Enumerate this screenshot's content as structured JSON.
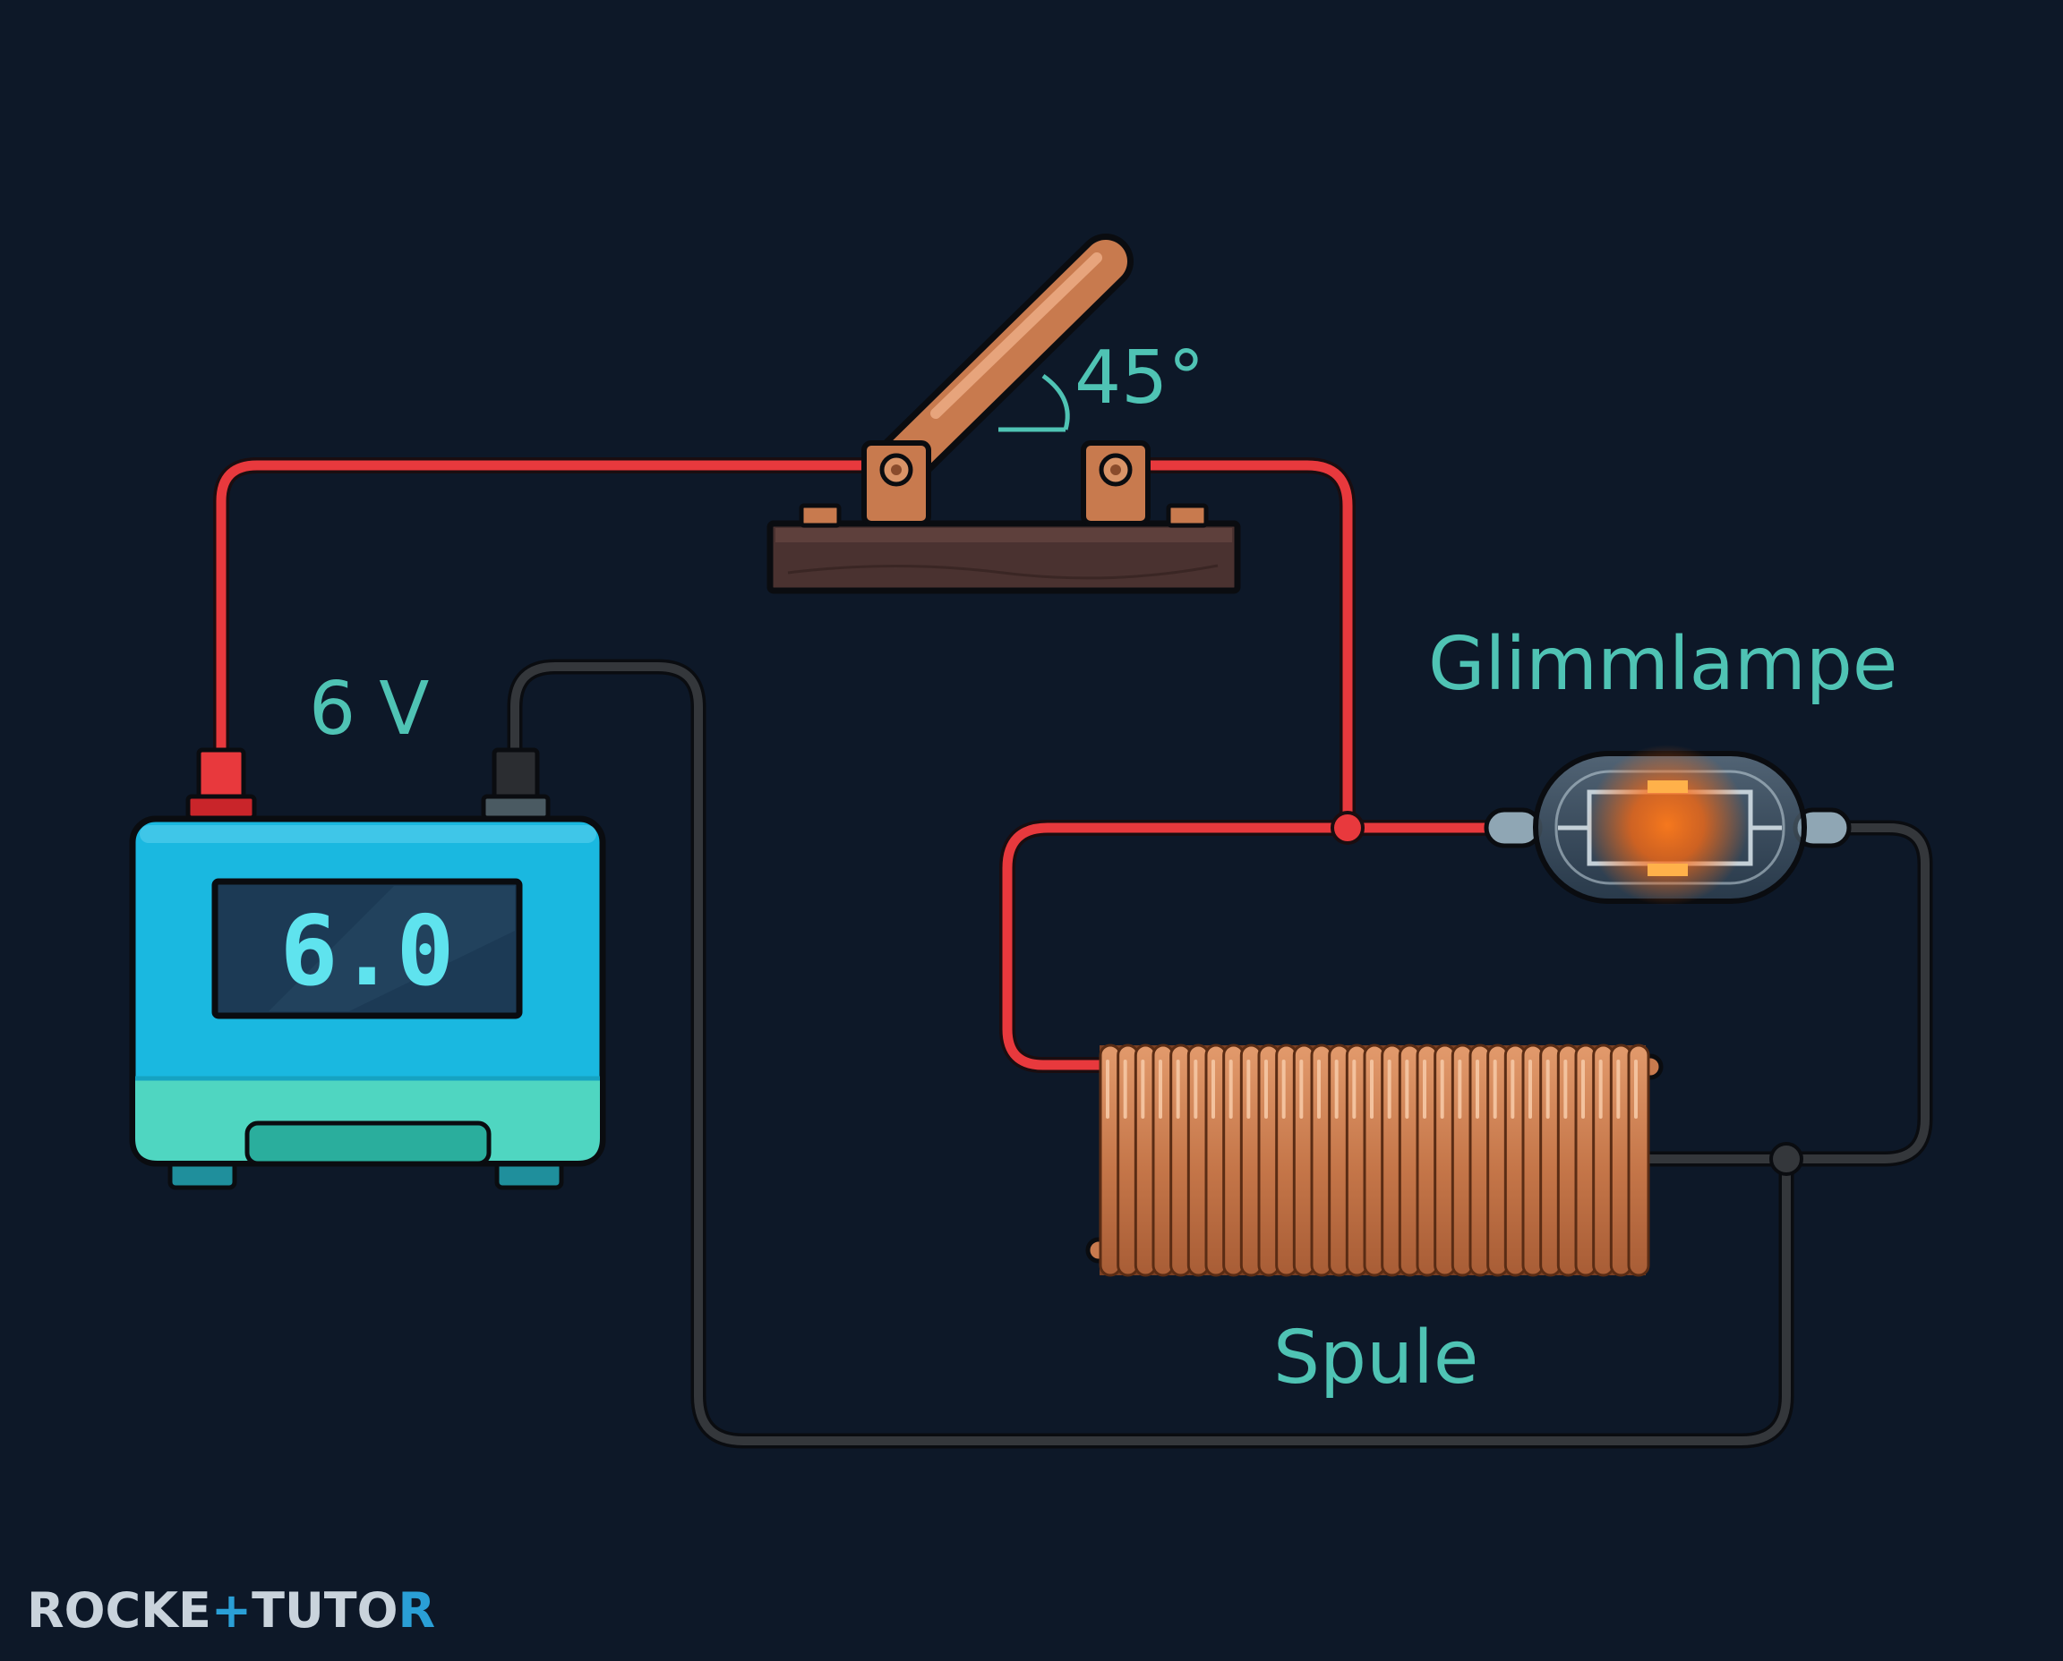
{
  "labels": {
    "voltage": "6 V",
    "angle": "45°",
    "lamp": "Glimmlampe",
    "coil": "Spule"
  },
  "power_supply": {
    "display_value": "6.0"
  },
  "logo": {
    "text_a": "ROCKE",
    "text_b": "+",
    "text_c": "TUTO",
    "text_d": "R"
  },
  "colors": {
    "background": "#0d1828",
    "wire_red": "#e8393d",
    "wire_black": "#2f3236",
    "label": "#4fc3b4",
    "copper": "#c87a4e",
    "supply_body": "#1ab8e0",
    "supply_base": "#4fd6c1",
    "glow": "#ff7a1a"
  }
}
